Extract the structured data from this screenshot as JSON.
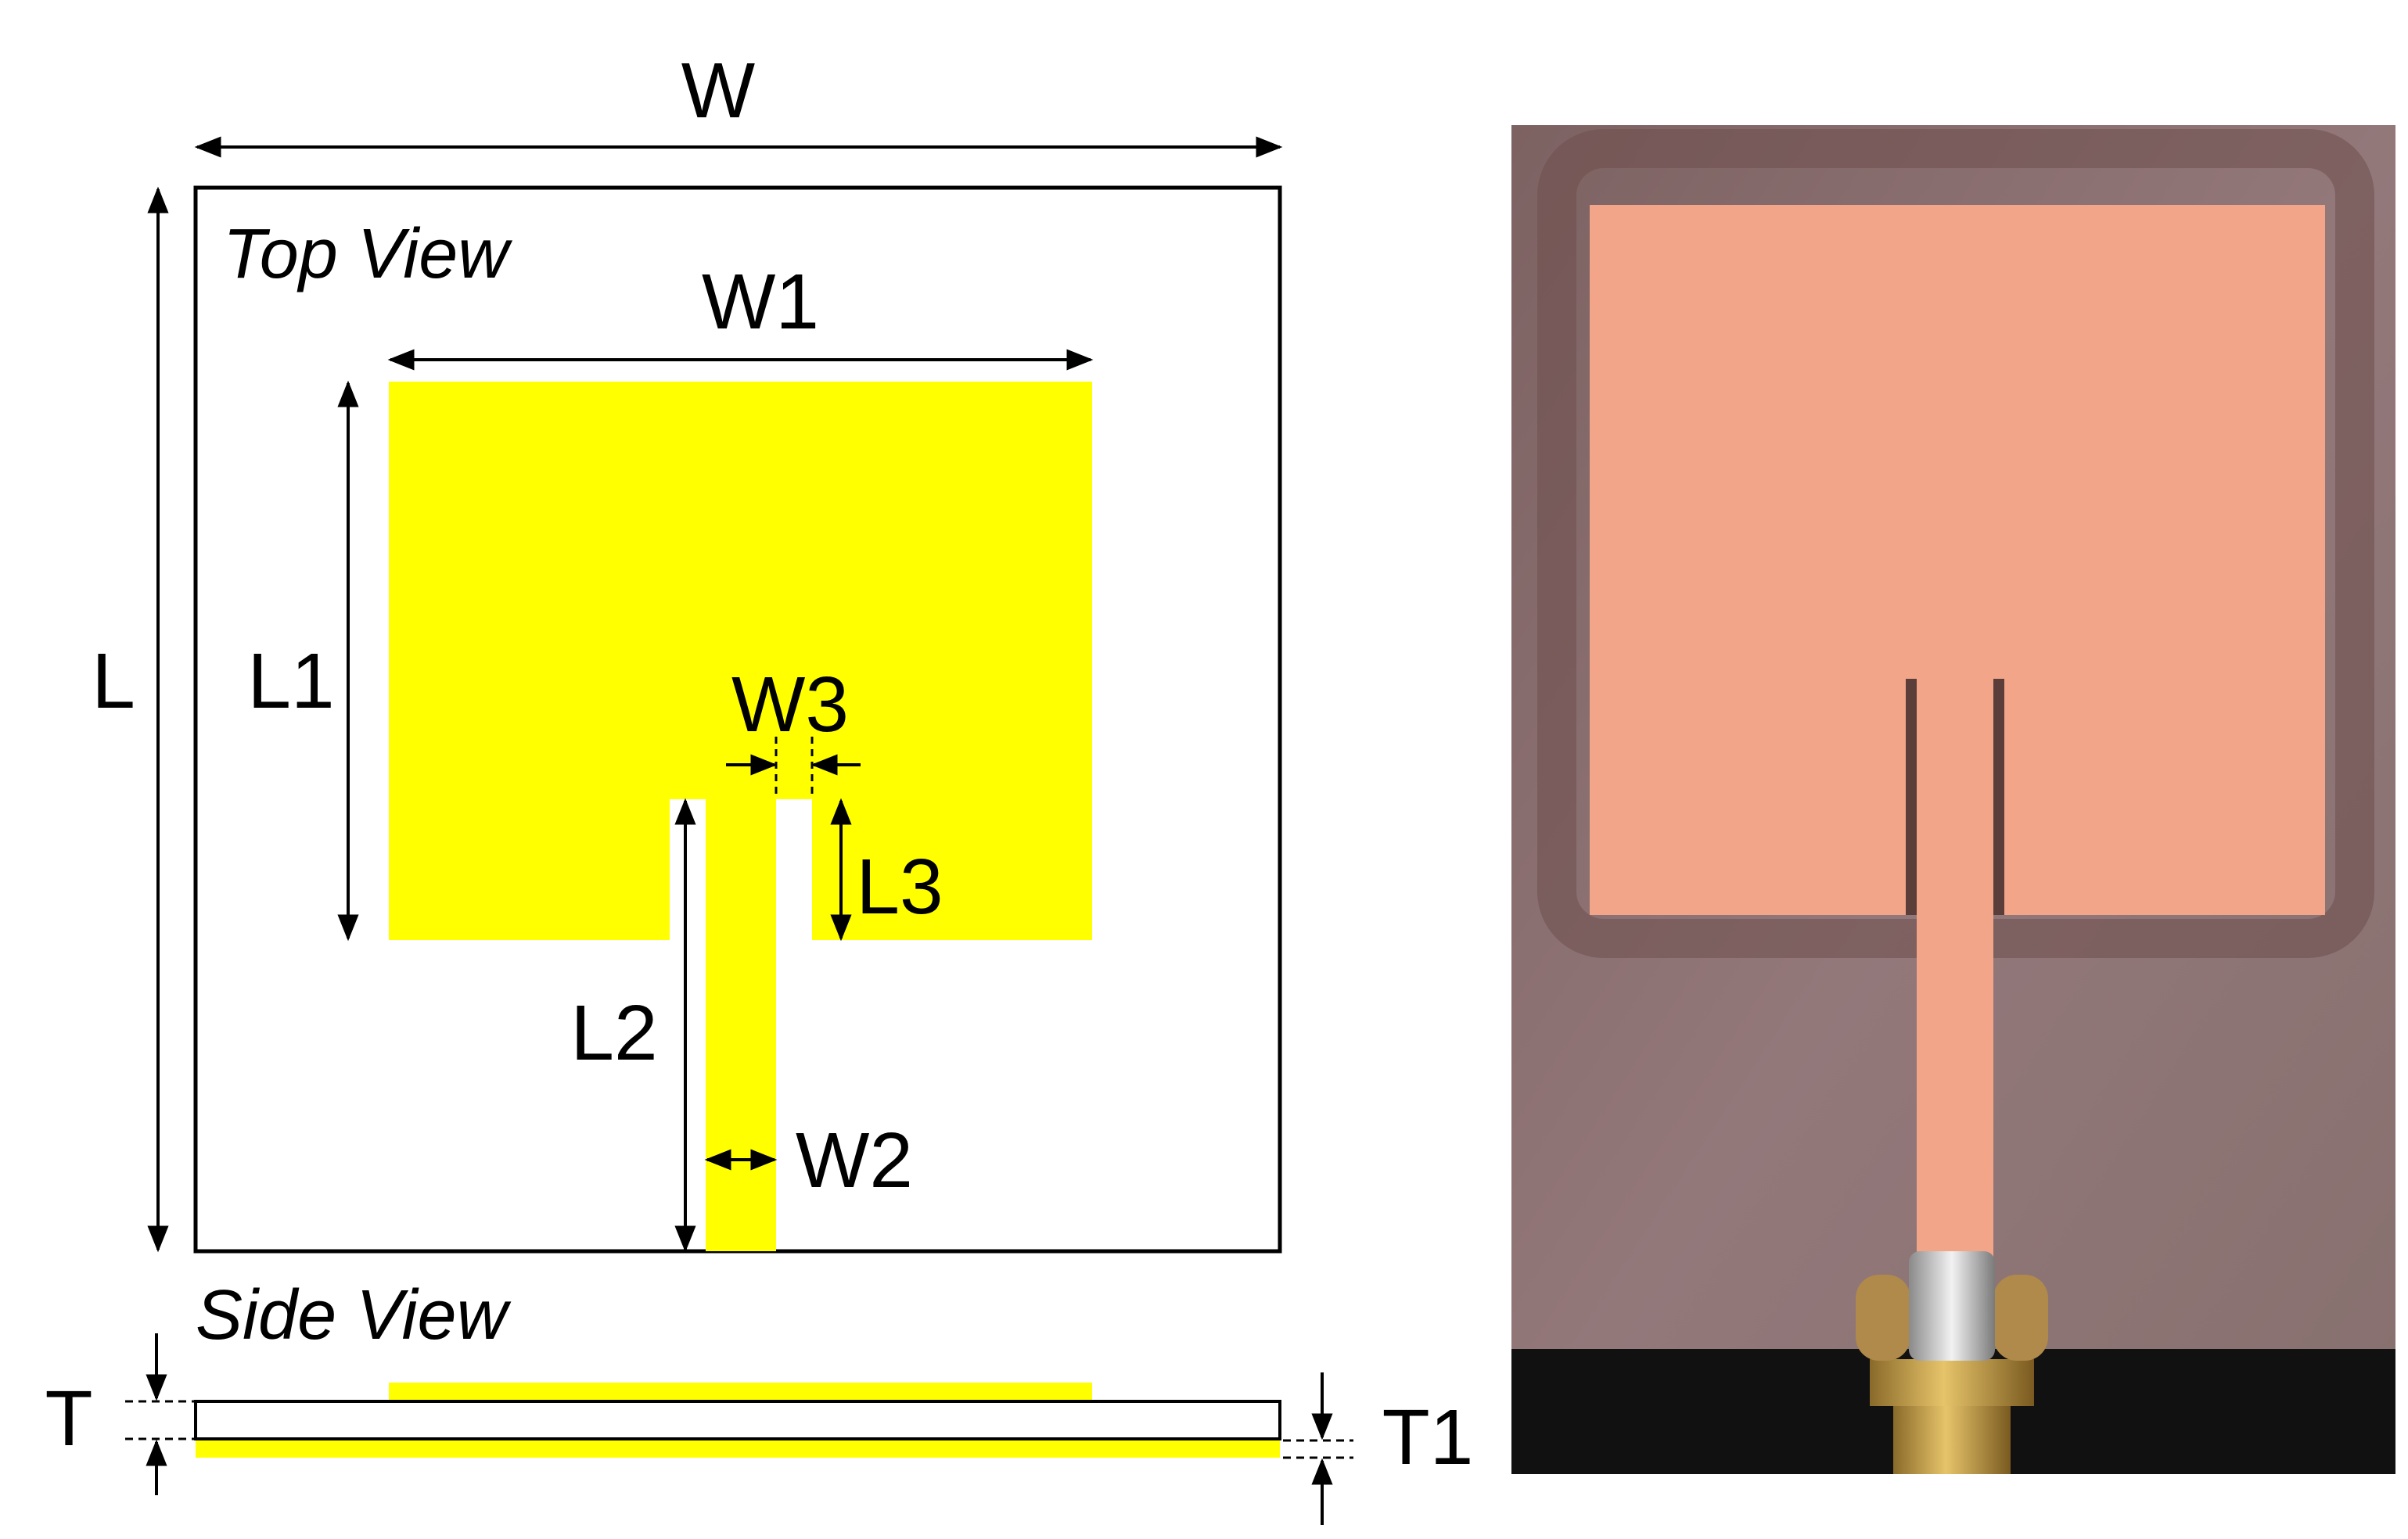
{
  "top_view": {
    "title": "Top View",
    "labels": {
      "W": "W",
      "L": "L",
      "W1": "W1",
      "L1": "L1",
      "W2": "W2",
      "L2": "L2",
      "W3": "W3",
      "L3": "L3"
    }
  },
  "side_view": {
    "title": "Side View",
    "labels": {
      "T": "T",
      "T1": "T1"
    }
  },
  "colors": {
    "patch": "#ffff00",
    "outline": "#000000",
    "photo_copper": "#f3a58a",
    "photo_substrate": "#8c706d",
    "photo_ground": "#111111",
    "connector_gold": "#c9a043"
  },
  "icons": {
    "photo": "fabricated-antenna-photo"
  }
}
